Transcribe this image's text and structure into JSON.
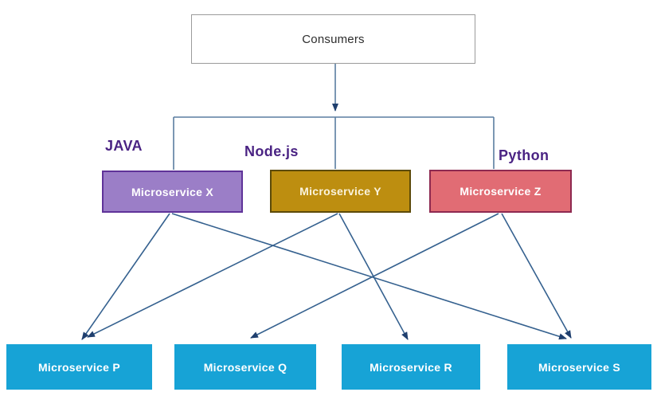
{
  "diagram_type": "microservices-architecture",
  "nodes": {
    "consumers": {
      "label": "Consumers",
      "fill": "#ffffff",
      "border": "#9b9b9b",
      "text_color": "#2d2d2d"
    },
    "x": {
      "label": "Microservice X",
      "runtime": "JAVA",
      "fill": "#9b7ec7",
      "border": "#5f3399",
      "text_color": "#ffffff"
    },
    "y": {
      "label": "Microservice Y",
      "runtime": "Node.js",
      "fill": "#bd8e10",
      "border": "#5c4a08",
      "text_color": "#faf3dc"
    },
    "z": {
      "label": "Microservice Z",
      "runtime": "Python",
      "fill": "#e16c74",
      "border": "#8e2950",
      "text_color": "#ffffff"
    },
    "p": {
      "label": "Microservice P",
      "fill": "#17a3d6",
      "border": "#17a3d6",
      "text_color": "#ffffff"
    },
    "q": {
      "label": "Microservice Q",
      "fill": "#17a3d6",
      "border": "#17a3d6",
      "text_color": "#ffffff"
    },
    "r": {
      "label": "Microservice R",
      "fill": "#17a3d6",
      "border": "#17a3d6",
      "text_color": "#ffffff"
    },
    "s": {
      "label": "Microservice S",
      "fill": "#17a3d6",
      "border": "#17a3d6",
      "text_color": "#ffffff"
    }
  },
  "runtime_labels": {
    "java": "JAVA",
    "nodejs": "Node.js",
    "python": "Python"
  },
  "edges": [
    {
      "from": "Consumers",
      "to": "Microservice X"
    },
    {
      "from": "Consumers",
      "to": "Microservice Y"
    },
    {
      "from": "Consumers",
      "to": "Microservice Z"
    },
    {
      "from": "Microservice X",
      "to": "Microservice P"
    },
    {
      "from": "Microservice X",
      "to": "Microservice S"
    },
    {
      "from": "Microservice Y",
      "to": "Microservice P"
    },
    {
      "from": "Microservice Y",
      "to": "Microservice R"
    },
    {
      "from": "Microservice Z",
      "to": "Microservice Q"
    },
    {
      "from": "Microservice Z",
      "to": "Microservice S"
    }
  ],
  "colors": {
    "connector_line": "#5a7da0",
    "arrow_line": "#35618f",
    "arrowhead": "#1f3f6e",
    "runtime_label_text": "#4a2383"
  }
}
